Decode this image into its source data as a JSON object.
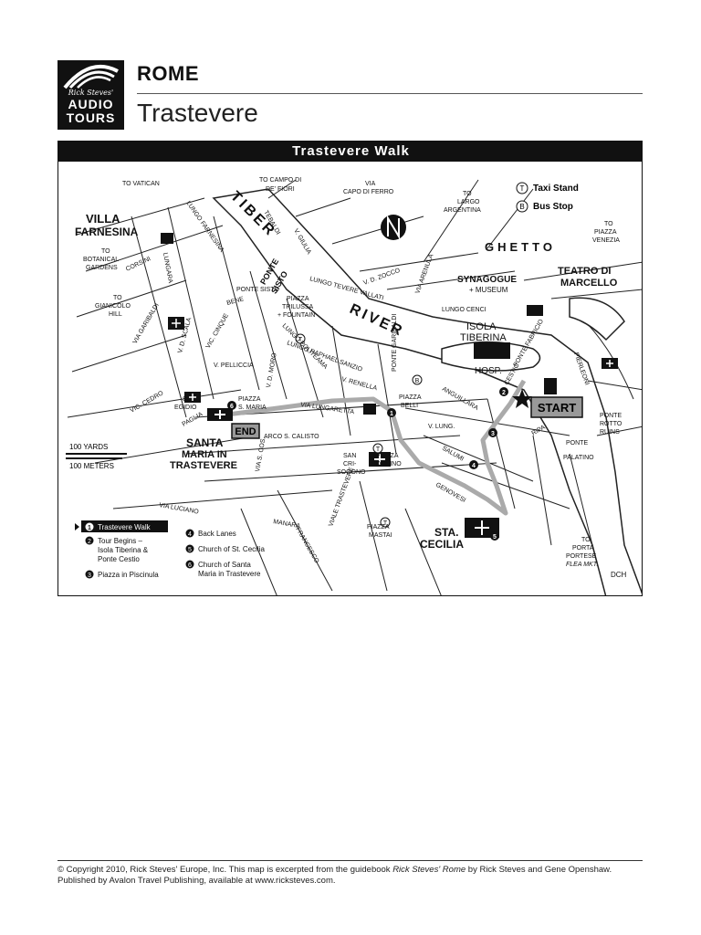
{
  "logo": {
    "line1": "Rick Steves'",
    "line2": "AUDIO",
    "line3": "TOURS"
  },
  "header": {
    "city": "ROME",
    "area": "Trastevere"
  },
  "map": {
    "title": "Trastevere Walk",
    "credit": "DCH",
    "scale": {
      "yards": "100 YARDS",
      "meters": "100 METERS"
    },
    "key": {
      "taxi_symbol": "T",
      "taxi": "Taxi Stand",
      "bus_symbol": "B",
      "bus": "Bus Stop"
    },
    "stops": [
      {
        "num": "1",
        "label": "Trastevere Walk"
      },
      {
        "num": "2",
        "label": "Tour Begins –"
      },
      {
        "num": "",
        "label": "Isola Tiberina &"
      },
      {
        "num": "",
        "label": "Ponte Cestio"
      },
      {
        "num": "3",
        "label": "Piazza in Piscinula"
      },
      {
        "num": "4",
        "label": "Back Lanes"
      },
      {
        "num": "5",
        "label": "Church of St. Cecilia"
      },
      {
        "num": "6",
        "label": "Church of Santa"
      },
      {
        "num": "",
        "label": "Maria in Trastevere"
      }
    ],
    "labels": {
      "to_vatican": "TO VATICAN",
      "to_campo1": "TO CAMPO DI",
      "to_campo2": "DE' FIORI",
      "via_capo1": "VIA",
      "via_capo2": "CAPO DI FERRO",
      "to_largo1": "TO",
      "to_largo2": "LARGO",
      "to_largo3": "ARGENTINA",
      "villa1": "VILLA",
      "villa2": "FARNESINA",
      "tiber": "TIBER",
      "river": "RIVER",
      "ghetto": "GHETTO",
      "to_piazza_venezia1": "TO",
      "to_piazza_venezia2": "PIAZZA",
      "to_piazza_venezia3": "VENEZIA",
      "teatro1": "TEATRO DI",
      "teatro2": "MARCELLO",
      "synagogue1": "SYNAGOGUE",
      "synagogue2": "+ MUSEUM",
      "to_botanical1": "TO",
      "to_botanical2": "BOTANICAL",
      "to_botanical3": "GARDENS",
      "to_gianicolo1": "TO",
      "to_gianicolo2": "GIANICOLO",
      "to_gianicolo3": "HILL",
      "piazza_trilussa1": "PIAZZA",
      "piazza_trilussa2": "TRILUSSA",
      "piazza_trilussa3": "+ FOUNTAIN",
      "ponte_sisto1": "PONTE",
      "ponte_sisto2": "SISTO",
      "isola1": "ISOLA",
      "isola2": "TIBERINA",
      "hosp": "HOSP.",
      "start": "START",
      "end": "END",
      "santa_maria1": "SANTA",
      "santa_maria2": "MARIA IN",
      "santa_maria3": "TRASTEVERE",
      "sta_cecilia1": "STA.",
      "sta_cecilia2": "CECILIA",
      "san_crisogono1": "SAN",
      "san_crisogono2": "CRI-",
      "san_crisogono3": "SOGONO",
      "piazza_belli1": "PIAZZA",
      "piazza_belli2": "BELLI",
      "piazza_sonnino1": "PIAZZA",
      "piazza_sonnino2": "SONNINO",
      "piazza_mastai1": "PIAZZA",
      "piazza_mastai2": "MASTAI",
      "piazza_smaria1": "PIAZZA",
      "piazza_smaria2": "S. MARIA",
      "ponte_rotto1": "PONTE",
      "ponte_rotto2": "ROTTO",
      "ponte_rotto3": "RUINS",
      "ponte_palatino1": "PONTE",
      "ponte_palatino2": "PALATINO",
      "to_porta1": "TO",
      "to_porta2": "PORTA",
      "to_porta3": "PORTESE",
      "to_porta4": "FLEA MKT.",
      "lungara": "LUNGARA",
      "lungo_farnesina": "LUNGO FARNESINA",
      "corsini": "CORSINI",
      "via_garibaldi": "VIA GARIBALDI",
      "lungo_tevere_vallati": "LUNGO TEVERE VALLATI",
      "lungo_cenci": "LUNGO CENCI",
      "lungo_sanzio": "LUNGO RAPHAEL SANZIO",
      "ponte_garibaldi": "PONTE GARIBALDI",
      "ponte_fabricio": "PONTE FABRICIO",
      "pierleoni": "PIERLEONI",
      "ponte_cestio": "CESTIO",
      "via_lungaretta": "VIA LUNGARETTA",
      "v_lung": "V. LUNG.",
      "anguillara": "ANGUILLARA",
      "salumi": "SALUMI",
      "genovesi": "GENOVESI",
      "via_luciano": "VIA LUCIANO",
      "manara": "MANARA",
      "viale_trastevere": "VIALE TRASTEVERE",
      "francesco": "FRANCESCO",
      "v_pellicia": "V. PELLICCIA",
      "arco_calisto": "ARCO S. CALISTO",
      "v_renella": "V. RENELLA",
      "s_egidio1": "S.",
      "s_egidio2": "EGIDIO",
      "paglia": "PAGLIA",
      "vic_cedro": "VIC. CEDRO",
      "v_zocco": "V. D. ZOCCO",
      "via_arenula": "VIA ARENULA",
      "giulia": "V. GIULIA",
      "tebaldi": "TEBALDI",
      "v_scala": "V. D. SCALA",
      "vic_cinque": "VIC. CINQUE",
      "vic_moro": "V. D. MORO",
      "bene": "BENE",
      "ponte_sisto_lbl": "PONTE SISTO",
      "lungo_pollitteama": "LUNGO POLITEAMA",
      "ripa": "RIPA",
      "san_cosimato": "VIA S. COS."
    }
  }
}
